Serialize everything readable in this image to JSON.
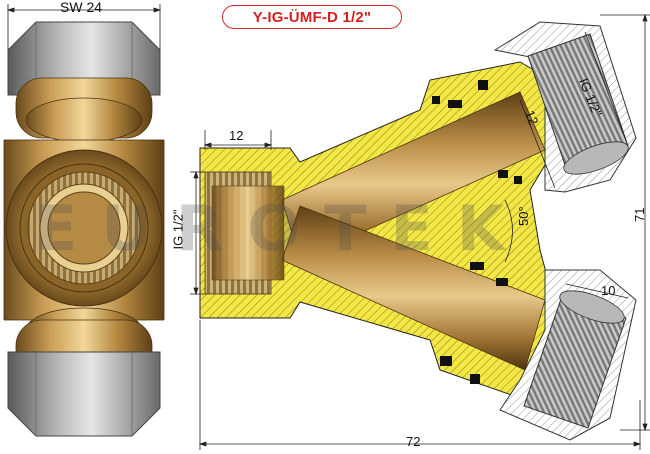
{
  "title": "Y-IG-ÜMF-D 1/2\"",
  "watermark": "EUROTEK",
  "dimensions": {
    "wrench_size": "SW 24",
    "inlet_thread_length": "12",
    "inlet_thread": "IG 1/2\"",
    "upper_outlet_thread_length": "12",
    "upper_outlet_thread": "IG 1/2\"",
    "angle": "50°",
    "lower_outlet_thread_length": "10",
    "overall_length": "72",
    "overall_height": "71"
  },
  "colors": {
    "title": "#d81e1e",
    "brass": "#b58a45",
    "section_fill": "#f2e84a",
    "steel": "#8c8c8c"
  }
}
